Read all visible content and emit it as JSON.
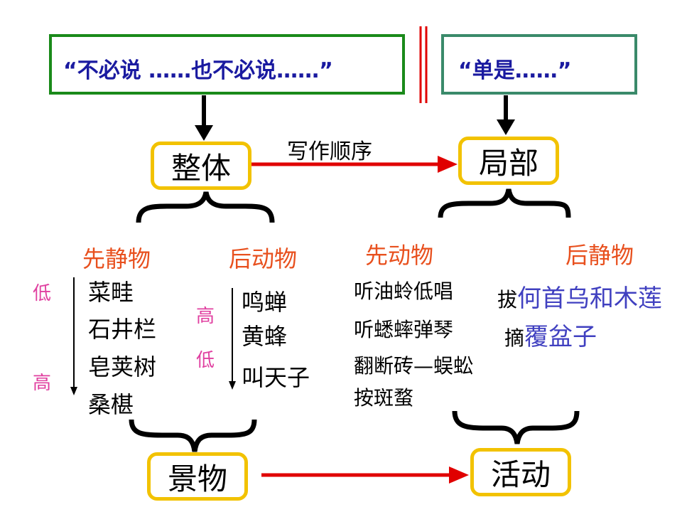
{
  "top_left_quote": "“不必说 ……也不必说……”",
  "top_right_quote": "“单是……”",
  "box_whole": "整体",
  "box_part": "局部",
  "writing_order": "写作顺序",
  "left_group": {
    "static_label": "先静物",
    "dynamic_label": "后动物",
    "low_label": "低",
    "high_label": "高",
    "static_items": [
      "菜畦",
      "石井栏",
      "皂荚树",
      "桑椹"
    ],
    "dyn_high": "高",
    "dyn_low": "低",
    "dynamic_items": [
      "鸣蝉",
      "黄蜂",
      "叫天子"
    ]
  },
  "right_group": {
    "dynamic_label": "先动物",
    "static_label": "后静物",
    "dynamic_items": [
      "听油蛉低唱",
      "听蟋蟀弹琴",
      "翻断砖—蜈蚣",
      "按斑蝥"
    ],
    "static_items": [
      {
        "verb": "拔",
        "object": "何首乌和木莲"
      },
      {
        "verb": "摘",
        "object": "覆盆子"
      }
    ]
  },
  "box_scenery": "景物",
  "box_activity": "活动",
  "colors": {
    "green_border": "#1a8a1a",
    "teal_border": "#3a8a6a",
    "gold_border": "#f2c200",
    "red_arrow": "#e00000",
    "quote_blue": "#1a1aa0",
    "orange_text": "#e8501e",
    "pink_text": "#e040a0"
  }
}
